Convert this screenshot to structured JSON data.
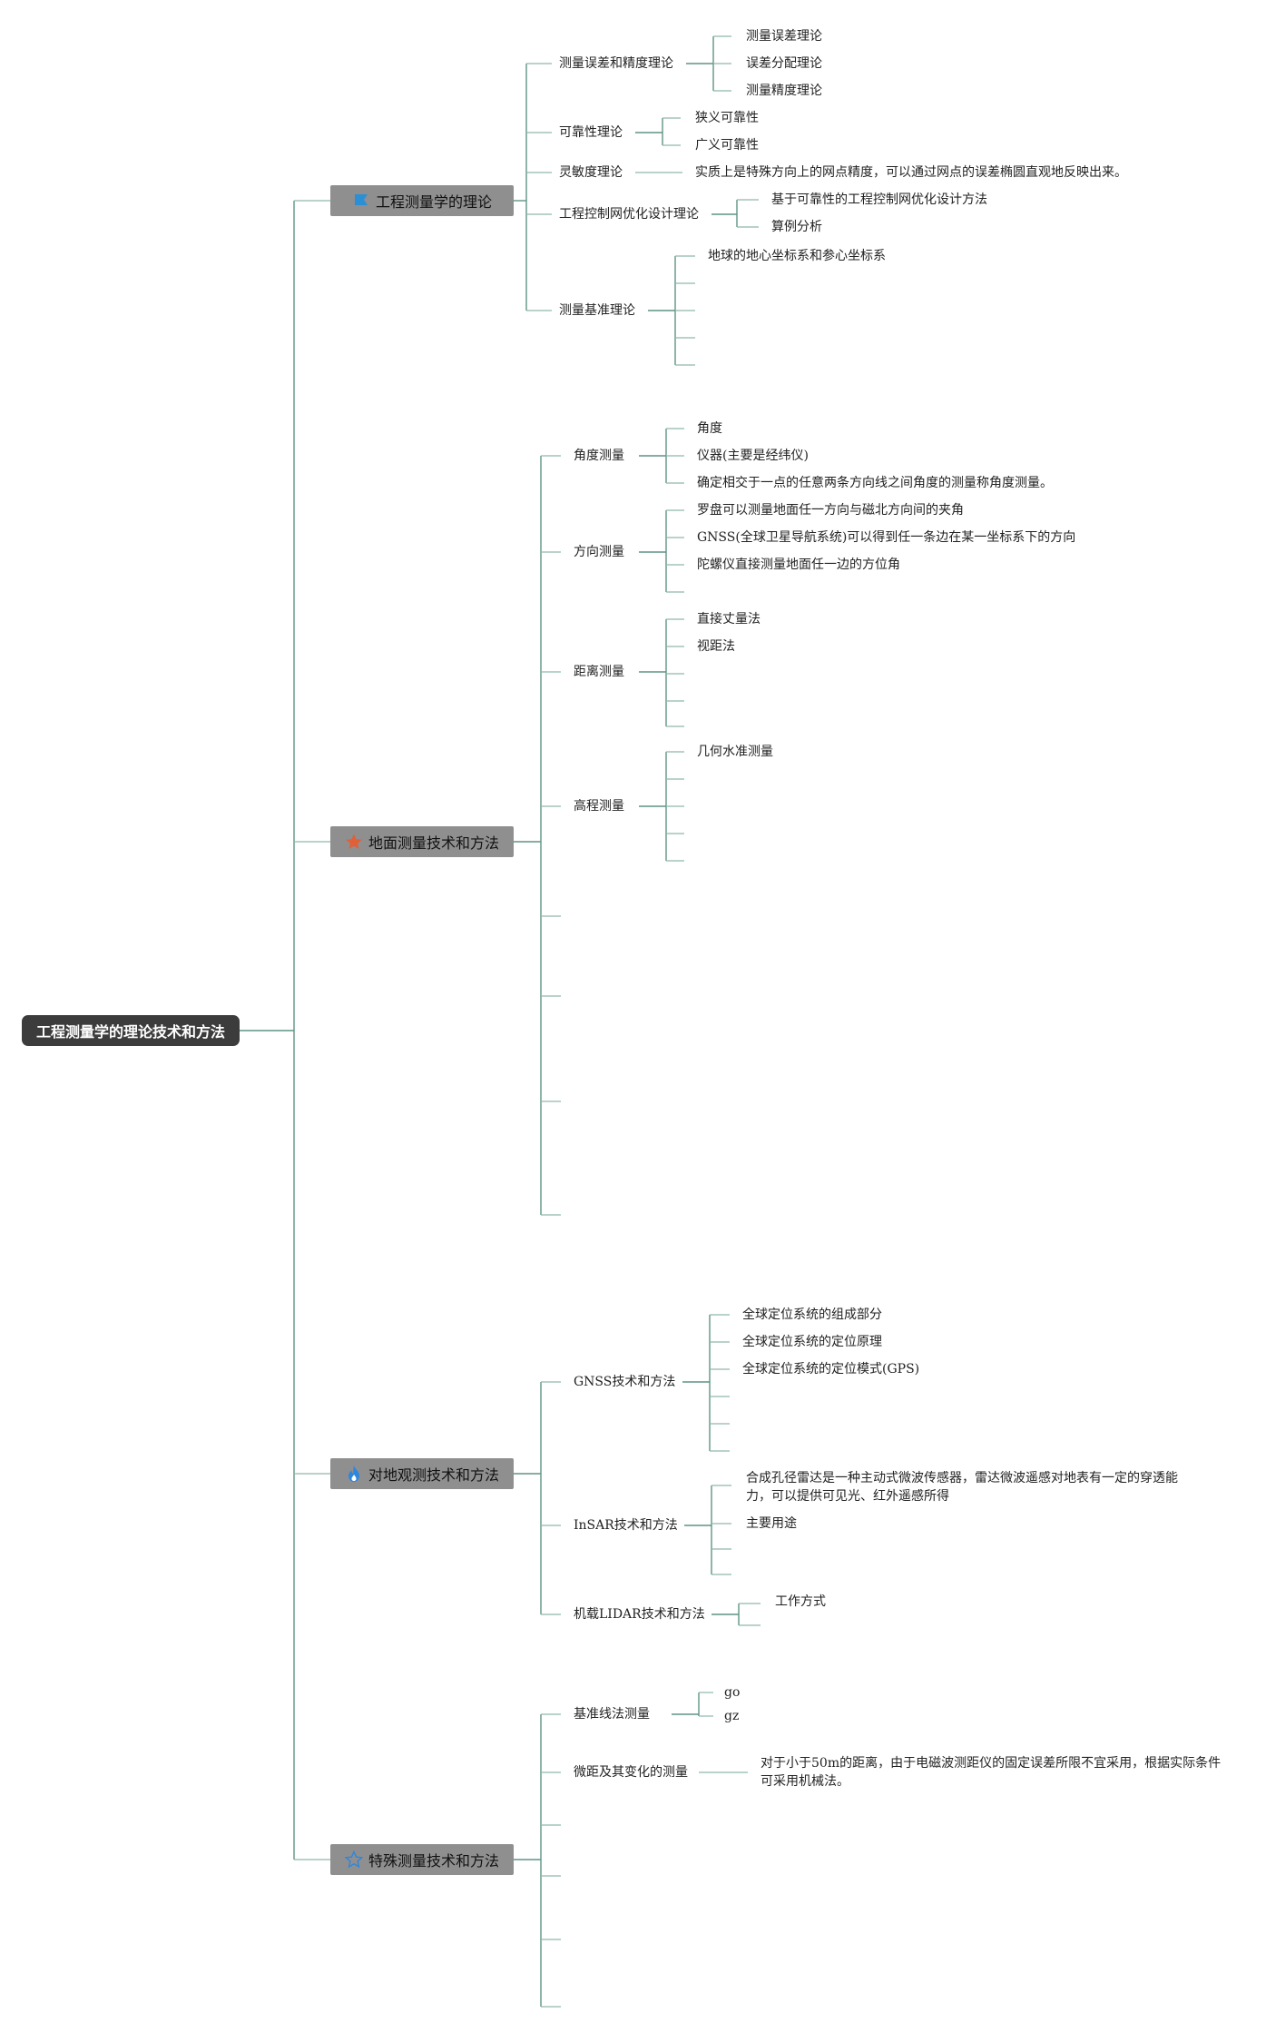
{
  "root": "工程测量学的理论技术和方法",
  "branches": [
    {
      "label": "工程测量学的理论",
      "icon": "flag-icon",
      "children": [
        {
          "label": "测量误差和精度理论",
          "children": [
            "测量误差理论",
            "误差分配理论",
            "测量精度理论"
          ]
        },
        {
          "label": "可靠性理论",
          "children": [
            "狭义可靠性",
            "广义可靠性"
          ]
        },
        {
          "label": "灵敏度理论",
          "children": [
            "实质上是特殊方向上的网点精度，可以通过网点的误差椭圆直观地反映出来。"
          ]
        },
        {
          "label": "工程控制网优化设计理论",
          "children": [
            "基于可靠性的工程控制网优化设计方法",
            "算例分析"
          ]
        },
        {
          "label": "测量基准理论",
          "children": [
            "地球的地心坐标系和参心坐标系"
          ]
        }
      ]
    },
    {
      "label": "地面测量技术和方法",
      "icon": "star-icon",
      "children": [
        {
          "label": "角度测量",
          "children": [
            "角度",
            "仪器(主要是经纬仪)",
            "确定相交于一点的任意两条方向线之间角度的测量称角度测量。"
          ]
        },
        {
          "label": "方向测量",
          "children": [
            "罗盘可以测量地面任一方向与磁北方向间的夹角",
            "GNSS(全球卫星导航系统)可以得到任一条边在某一坐标系下的方向",
            "陀螺仪直接测量地面任一边的方位角"
          ]
        },
        {
          "label": "距离测量",
          "children": [
            "直接丈量法",
            "视距法"
          ]
        },
        {
          "label": "高程测量",
          "children": [
            "几何水准测量"
          ]
        }
      ]
    },
    {
      "label": "对地观测技术和方法",
      "icon": "flame-icon",
      "children": [
        {
          "label": "GNSS技术和方法",
          "children": [
            "全球定位系统的组成部分",
            "全球定位系统的定位原理",
            "全球定位系统的定位模式(GPS)"
          ]
        },
        {
          "label": "InSAR技术和方法",
          "children": [
            "合成孔径雷达是一种主动式微波传感器，雷达微波遥感对地表有一定的穿透能力，可以提供可见光、红外遥感所得",
            "主要用途"
          ]
        },
        {
          "label": "机载LIDAR技术和方法",
          "children": [
            "工作方式"
          ]
        }
      ]
    },
    {
      "label": "特殊测量技术和方法",
      "icon": "star-outline-icon",
      "children": [
        {
          "label": "基准线法测量",
          "children": [
            "go",
            "gz"
          ]
        },
        {
          "label": "微距及其变化的测量",
          "children": [
            "对于小于50m的距离，由于电磁波测距仪的固定误差所限不宜采用，根据实际条件可采用机械法。"
          ]
        }
      ]
    }
  ],
  "colors": {
    "line": "#5f9485",
    "root_bg": "#3c3c3c",
    "branch_bg": "#8f8f8f",
    "flag": "#2b8fd6",
    "star": "#e0603a",
    "flame": "#2e86de",
    "star_outline": "#2e86de"
  }
}
